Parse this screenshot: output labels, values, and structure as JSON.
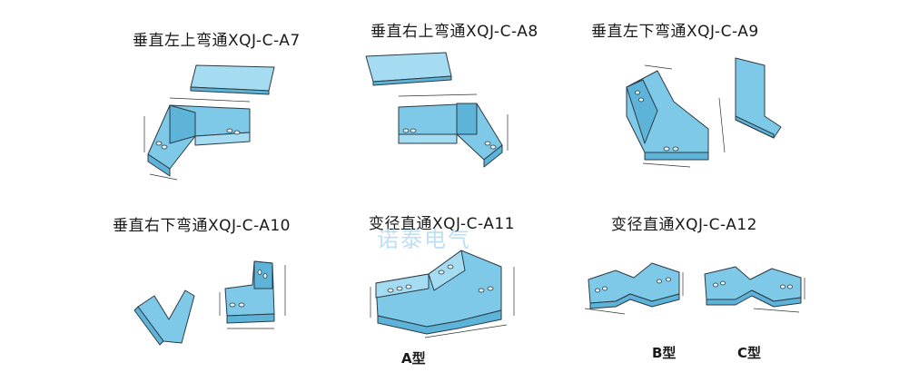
{
  "titles": {
    "a7": "垂直左上弯通XQJ-C-A7",
    "a8": "垂直右上弯通XQJ-C-A8",
    "a9": "垂直左下弯通XQJ-C-A9",
    "a10": "垂直右下弯通XQJ-C-A10",
    "a11": "变径直通XQJ-C-A11",
    "a12": "变径直通XQJ-C-A12"
  },
  "sublabels": {
    "a": "A型",
    "b": "B型",
    "c": "C型"
  },
  "watermark": "诺泰电气",
  "colors": {
    "tray_fill": "#7ec8e8",
    "tray_dark": "#5eb3d8",
    "tray_light": "#a6dcf2",
    "outline": "#2b3b44"
  }
}
